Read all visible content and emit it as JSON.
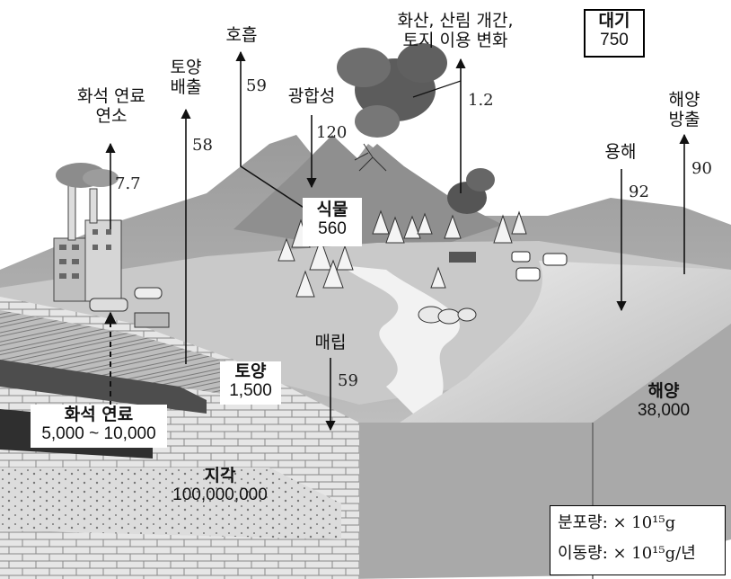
{
  "reservoirs": {
    "atmosphere": {
      "name": "대기",
      "value": "750"
    },
    "plants": {
      "name": "식물",
      "value": "560"
    },
    "soil": {
      "name": "토양",
      "value": "1,500"
    },
    "fossil_fuel": {
      "name": "화석 연료",
      "value": "5,000 ~ 10,000"
    },
    "crust": {
      "name": "지각",
      "value": "100,000,000"
    },
    "ocean": {
      "name": "해양",
      "value": "38,000"
    }
  },
  "fluxes": {
    "fossil_combustion": {
      "label_line1": "화석 연료",
      "label_line2": "연소",
      "value": "7.7"
    },
    "soil_emission": {
      "label_line1": "토양",
      "label_line2": "배출",
      "value": "58"
    },
    "respiration": {
      "label": "호흡",
      "value": "59"
    },
    "photosynthesis": {
      "label": "광합성",
      "value": "120"
    },
    "volcano_land_use": {
      "label_line1": "화산, 산림 개간,",
      "label_line2": "토지 이용 변화",
      "value": "1.2"
    },
    "dissolution": {
      "label": "용해",
      "value": "92"
    },
    "ocean_emission": {
      "label_line1": "해양",
      "label_line2": "방출",
      "value": "90"
    },
    "burial": {
      "label": "매립",
      "value": "59"
    }
  },
  "legend": {
    "distribution_label": "분포량",
    "distribution_unit": ": × 10¹⁵g",
    "flux_label": "이동량",
    "flux_unit": ": × 10¹⁵g/년"
  }
}
